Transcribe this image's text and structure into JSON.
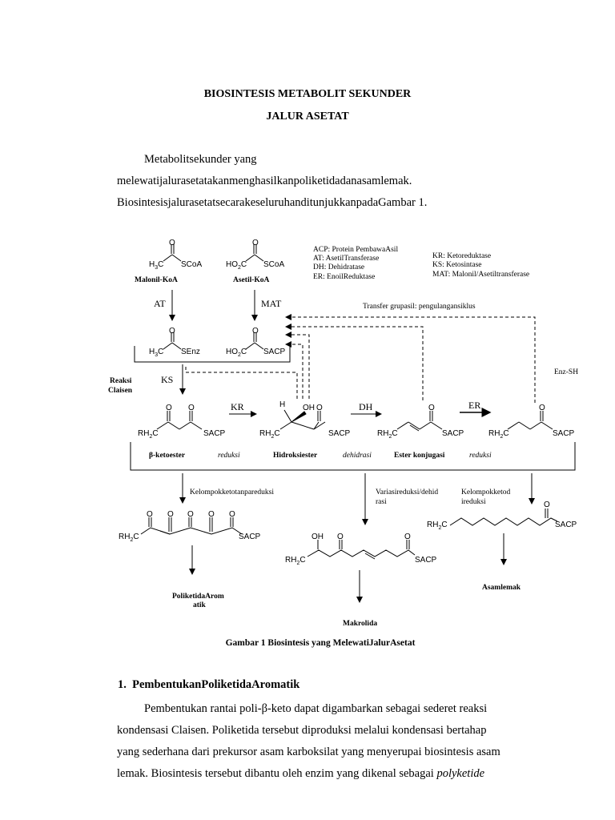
{
  "document": {
    "title_line1": "BIOSINTESIS METABOLIT SEKUNDER",
    "title_line2": "JALUR ASETAT",
    "intro_line1": "Metabolitsekunder yang",
    "intro_line2": "melewatijalurasetatakanmenghasilkanpoliketidadanasamlemak.",
    "intro_line3": "BiosintesisjalurasetatsecarakeseluruhanditunjukkanpadaGambar 1.",
    "figure_caption": "Gambar 1 Biosintesis yang MelewatiJalurAsetat",
    "section1_number": "1.",
    "section1_title": "PembentukanPoliketidaAromatik",
    "section1_line1": "Pembentukan rantai poli-β-keto dapat digambarkan sebagai sederet reaksi",
    "section1_line2": "kondensasi Claisen. Poliketida tersebut diproduksi melalui kondensasi bertahap",
    "section1_line3": "yang sederhana dari prekursor asam karboksilat yang menyerupai biosintesis asam",
    "section1_line4_plain": "lemak. Biosintesis tersebut dibantu oleh enzim yang dikenal sebagai ",
    "section1_line4_italic": "polyketide"
  },
  "figure": {
    "legend_left": [
      "ACP: Protein PembawaAsil",
      "AT: AsetilTransferase",
      "DH: Dehidratase",
      "ER: EnoilReduktase"
    ],
    "legend_right": [
      "KR: Ketoreduktase",
      "KS: Ketosintase",
      "MAT: Malonil/Asetiltransferase"
    ],
    "malonil_label": "Malonil-KoA",
    "asetil_label": "Asetil-KoA",
    "at_label": "AT",
    "mat_label": "MAT",
    "ks_label": "KS",
    "kr_label": "KR",
    "dh_label": "DH",
    "er_label": "ER",
    "transfer_label": "Transfer grupasil: pengulangansiklus",
    "enzsh_label": "Enz-SH",
    "reaksi_claisen_1": "Reaksi",
    "reaksi_claisen_2": "Claisen",
    "ketoester_label": "β-ketoester",
    "reduksi1": "reduksi",
    "hidroksiester_label": "Hidroksiester",
    "dehidrasi": "dehidrasi",
    "ester_konjugasi_label": "Ester konjugasi",
    "reduksi2": "reduksi",
    "branch1_label": "Kelompokketotanpareduksi",
    "branch2_label_1": "Variasireduksi/dehid",
    "branch2_label_2": "rasi",
    "branch3_label_1": "Kelompokketod",
    "branch3_label_2": "ireduksi",
    "product1_line1": "PoliketidaArom",
    "product1_line2": "atik",
    "product2": "Makrolida",
    "product3": "Asamlemak",
    "chem": {
      "o": "O",
      "h": "H",
      "oh": "OH",
      "scoa": "SCoA",
      "senz": "SEnz",
      "sacp": "SACP",
      "h3c": "H3C",
      "ho2c": "HO2C",
      "rh2c": "RH2C"
    }
  }
}
